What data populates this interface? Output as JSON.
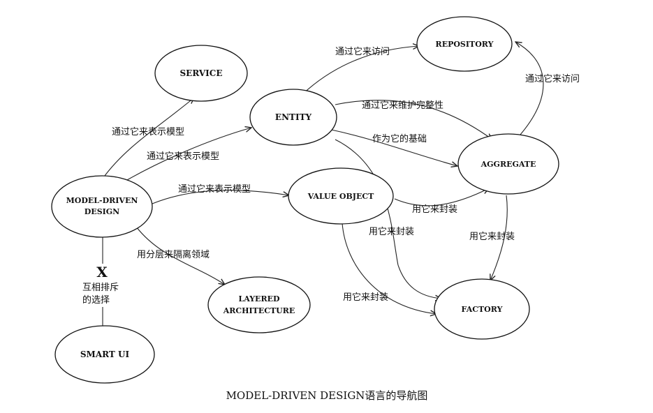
{
  "diagram": {
    "nodes": {
      "service": "SERVICE",
      "repository": "REPOSITORY",
      "entity": "ENTITY",
      "aggregate": "AGGREGATE",
      "model_driven_design_line1": "MODEL-DRIVEN",
      "model_driven_design_line2": "DESIGN",
      "value_object": "VALUE OBJECT",
      "layered_architecture_line1": "LAYERED",
      "layered_architecture_line2": "ARCHITECTURE",
      "factory": "FACTORY",
      "smart_ui": "SMART UI"
    },
    "edge_labels": {
      "mdd_to_service": "通过它来表示模型",
      "mdd_to_entity": "通过它来表示模型",
      "mdd_to_value_object": "通过它来表示模型",
      "mdd_to_layered": "用分层来隔离领域",
      "mdd_smart_ui_mark": "X",
      "mdd_smart_ui_line1": "互相排斥",
      "mdd_smart_ui_line2": "的选择",
      "entity_to_repository": "通过它来访问",
      "entity_to_aggregate_integrity": "通过它来维护完整性",
      "entity_to_aggregate_root": "作为它的基础",
      "entity_to_factory": "用它来封装",
      "aggregate_to_repository": "通过它来访问",
      "value_object_to_aggregate": "用它来封装",
      "aggregate_to_factory": "用它来封装",
      "value_object_to_factory": "用它来封装"
    },
    "caption": "MODEL-DRIVEN DESIGN语言的导航图"
  }
}
